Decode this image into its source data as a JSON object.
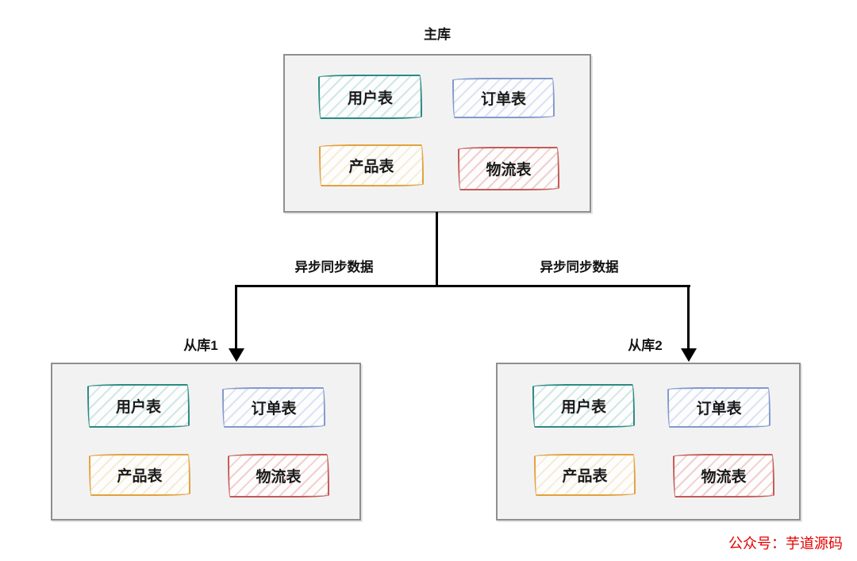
{
  "diagram": {
    "master": {
      "title": "主库",
      "tables": [
        {
          "label": "用户表",
          "color": "teal"
        },
        {
          "label": "订单表",
          "color": "blue"
        },
        {
          "label": "产品表",
          "color": "orange"
        },
        {
          "label": "物流表",
          "color": "red"
        }
      ]
    },
    "slave1": {
      "title": "从库1",
      "tables": [
        {
          "label": "用户表",
          "color": "teal"
        },
        {
          "label": "订单表",
          "color": "blue"
        },
        {
          "label": "产品表",
          "color": "orange"
        },
        {
          "label": "物流表",
          "color": "red"
        }
      ]
    },
    "slave2": {
      "title": "从库2",
      "tables": [
        {
          "label": "用户表",
          "color": "teal"
        },
        {
          "label": "订单表",
          "color": "blue"
        },
        {
          "label": "产品表",
          "color": "orange"
        },
        {
          "label": "物流表",
          "color": "red"
        }
      ]
    },
    "edges": {
      "left_label": "异步同步数据",
      "right_label": "异步同步数据"
    },
    "watermark": {
      "text": "公众号：芋道源码",
      "color": "#e60000"
    },
    "palette": {
      "teal_border": "#2b8a82",
      "teal_hatch": "#cfe8e6",
      "blue_border": "#8499cc",
      "blue_hatch": "#dae3f5",
      "orange_border": "#e3a13c",
      "orange_hatch": "#f7ecd4",
      "red_border": "#c45a55",
      "red_hatch": "#f2cfcd",
      "container_bg": "#f2f2f3",
      "container_border": "#8f8f8f",
      "connector": "#000000"
    }
  }
}
